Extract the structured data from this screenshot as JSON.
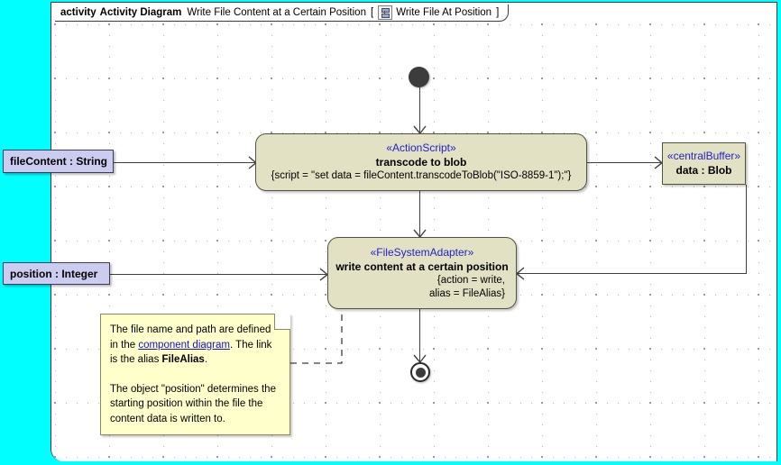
{
  "frame": {
    "keyword": "activity",
    "kind": "Activity Diagram",
    "name": "Write File Content at a Certain Position",
    "bracket_open": "[",
    "bracket_close": "]",
    "reference": "Write File At Position",
    "icon": "activity-diagram-icon"
  },
  "colors": {
    "canvas": "#00ffff",
    "frame_bg": "#ffffff",
    "action_fill": "#e2e1c4",
    "action_border": "#53523f",
    "object_fill": "#ccccf0",
    "object_border": "#3b3b5c",
    "note_fill": "#ffffcc",
    "note_border": "#8a8a5a",
    "stereotype_text": "#2222cc",
    "link_text": "#1111cc",
    "edge": "#3f3f3f"
  },
  "nodes": {
    "initial": {
      "name": "initial-node"
    },
    "final": {
      "name": "activity-final-node"
    },
    "transcode": {
      "stereotype": "«ActionScript»",
      "label": "transcode to blob",
      "property": "{script = \"set data = fileContent.transcodeToBlob(\"ISO-8859-1\");\"}"
    },
    "write": {
      "stereotype": "«FileSystemAdapter»",
      "label": "write content at a certain position",
      "property_line1": "{action = write,",
      "property_line2": "alias = FileAlias}"
    },
    "buffer": {
      "stereotype": "«centralBuffer»",
      "label": "data : Blob"
    },
    "file_content": {
      "label": "fileContent : String"
    },
    "position": {
      "label": "position : Integer"
    }
  },
  "note": {
    "line1_a": "The file name and path are defined",
    "line2_a": "in the ",
    "link": "component diagram",
    "line2_b": ". The link",
    "line3_a": "is the alias ",
    "line3_bold": "FileAlias",
    "line3_b": ".",
    "para2_l1": "The object \"position\" determines the",
    "para2_l2": "starting position within the file the",
    "para2_l3": "content data is written to."
  }
}
